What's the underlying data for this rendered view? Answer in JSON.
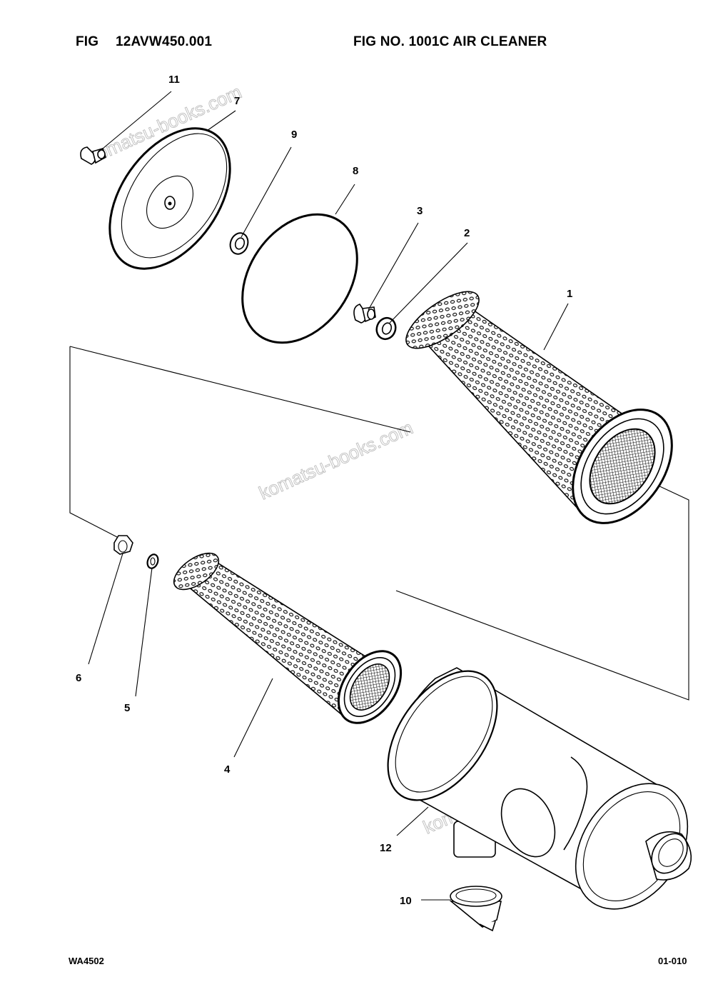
{
  "header": {
    "fig_prefix": "FIG",
    "fig_code": "12AVW450.001",
    "fig_title": "FIG NO. 1001C AIR CLEANER"
  },
  "footer": {
    "drawing_code": "WA4502",
    "page_ref": "01-010"
  },
  "watermark": "komatsu-books.com",
  "callouts": [
    "1",
    "2",
    "3",
    "4",
    "5",
    "6",
    "7",
    "8",
    "9",
    "10",
    "11",
    "12"
  ]
}
